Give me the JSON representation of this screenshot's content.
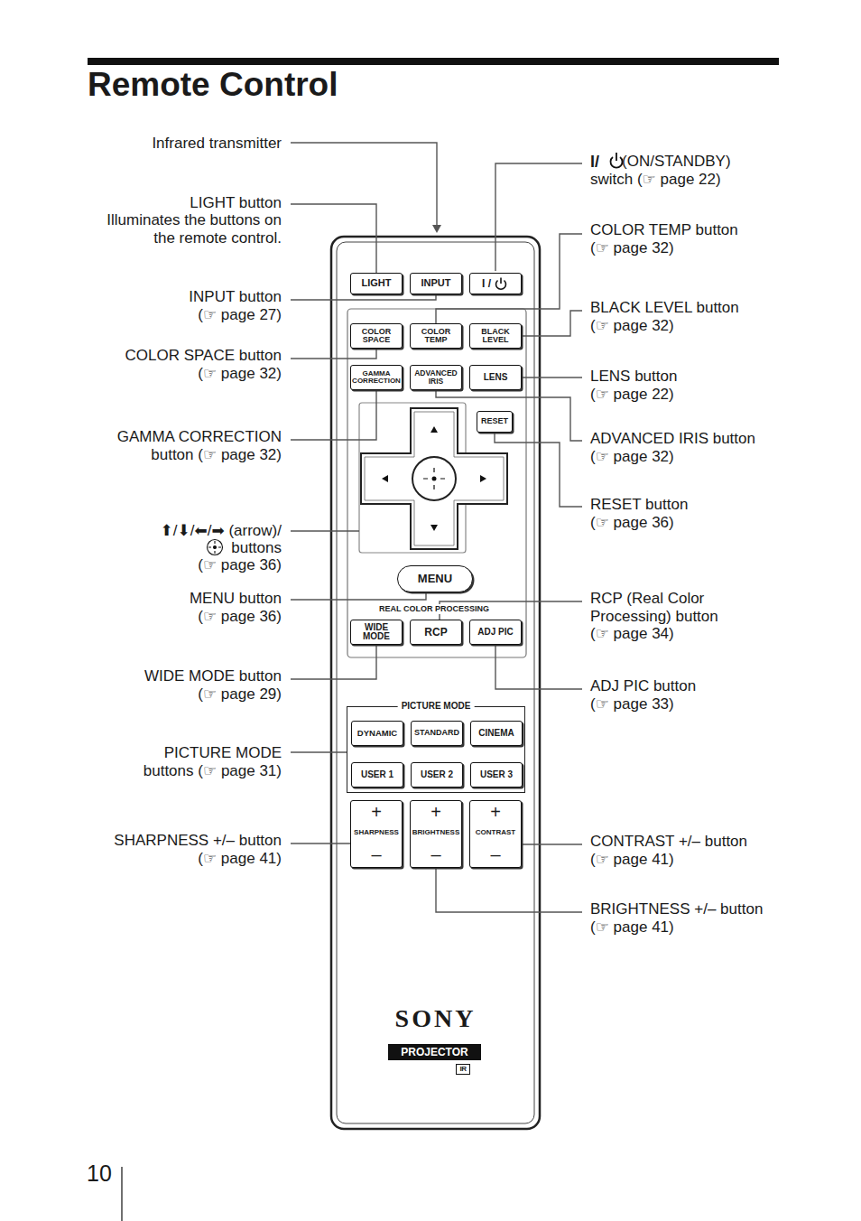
{
  "diagram": {
    "title": "Remote Control",
    "nodes": [
      {
        "text": [
          "SONY"
        ]
      },
      {
        "text": [
          "LIGHT"
        ],
        "in": 0
      },
      {
        "text": [
          "INPUT"
        ],
        "in": 0
      },
      {
        "text": [
          "I /"
        ],
        "in": 0
      },
      {
        "text": [
          "COLOR SPACE"
        ],
        "in": 0
      },
      {
        "text": [
          "COLOR TEMP"
        ],
        "in": 0
      },
      {
        "text": [
          "BLACK LEVEL"
        ],
        "in": 0
      },
      {
        "text": [
          "GAMMA CORRECTION"
        ],
        "in": 0
      },
      {
        "text": [
          "ADVANCED IRIS"
        ],
        "in": 0
      },
      {
        "text": [
          "LENS"
        ],
        "in": 0
      },
      {
        "text": [
          "RESET"
        ],
        "in": 0
      },
      {
        "text": [
          "MENU"
        ],
        "in": 0
      },
      {
        "text": [
          "WIDE MODE"
        ],
        "in": 0
      },
      {
        "text": [
          "RCP"
        ],
        "in": 0
      },
      {
        "text": [
          "ADJ PIC"
        ],
        "in": 0
      },
      {
        "text": [
          "PICTURE MODE"
        ],
        "in": 0
      },
      {
        "text": [
          "DYNAMIC"
        ],
        "in": 15
      },
      {
        "text": [
          "STANDARD"
        ],
        "in": 15
      },
      {
        "text": [
          "CINEMA"
        ],
        "in": 15
      },
      {
        "text": [
          "USER 1"
        ],
        "in": 15
      },
      {
        "text": [
          "USER 2"
        ],
        "in": 15
      },
      {
        "text": [
          "USER 3"
        ],
        "in": 15
      },
      {
        "text": [
          "+",
          "SHARPNESS",
          "–"
        ],
        "in": 0
      },
      {
        "text": [
          "+",
          "BRIGHTNESS",
          "–"
        ],
        "in": 0
      },
      {
        "text": [
          "+",
          "CONTRAST",
          "–"
        ],
        "in": 0
      },
      {
        "text": [
          "PROJECTOR"
        ],
        "in": 0
      }
    ],
    "labels": [
      "Infrared transmitter",
      "LIGHT button",
      "Illuminates the buttons on the remote control.",
      "INPUT button (☞ page 27)",
      "COLOR SPACE button (☞ page 32)",
      "GAMMA CORRECTION button (☞ page 32)",
      "⬆/⬇/⬅/➡ (arrow)/",
      "buttons",
      "(☞ page 36)",
      "MENU button (☞ page 36)",
      "WIDE MODE button (☞ page 29)",
      "PICTURE MODE buttons (☞ page 31)",
      "SHARPNESS +/– button (☞ page 41)",
      "I/",
      "(ON/STANDBY) switch (☞ page 22)",
      "COLOR TEMP button (☞ page 32)",
      "BLACK LEVEL button (☞ page 32)",
      "LENS button (☞ page 22)",
      "ADVANCED IRIS button (☞ page 32)",
      "RESET button (☞ page 36)",
      "RCP (Real Color Processing) button (☞ page 34)",
      "ADJ PIC button (☞ page 33)",
      "CONTRAST +/– button (☞ page 41)",
      "BRIGHTNESS +/– button (☞ page 41)",
      "REAL COLOR PROCESSING",
      "IR",
      "10"
    ]
  }
}
